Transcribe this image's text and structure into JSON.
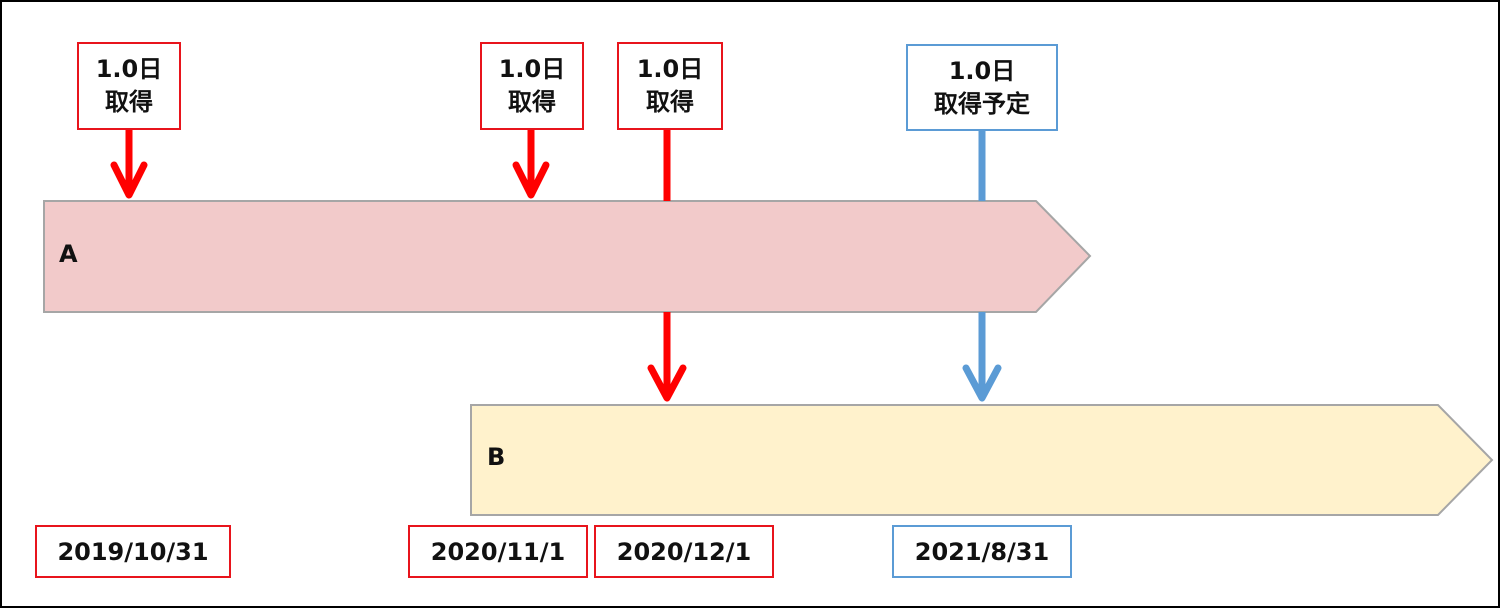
{
  "colors": {
    "taken": "#ff0000",
    "taken_border": "#e8141c",
    "planned": "#5b9bd5",
    "bar_a_fill": "#f2caca",
    "bar_b_fill": "#fff2cc",
    "bar_stroke": "#a6a6a6"
  },
  "bars": {
    "a": {
      "label": "A"
    },
    "b": {
      "label": "B"
    }
  },
  "events": [
    {
      "line1": "1.0日",
      "line2": "取得"
    },
    {
      "line1": "1.0日",
      "line2": "取得"
    },
    {
      "line1": "1.0日",
      "line2": "取得"
    },
    {
      "line1": "1.0日",
      "line2": "取得予定"
    }
  ],
  "dates": [
    "2019/10/31",
    "2020/11/1",
    "2020/12/1",
    "2021/8/31"
  ]
}
